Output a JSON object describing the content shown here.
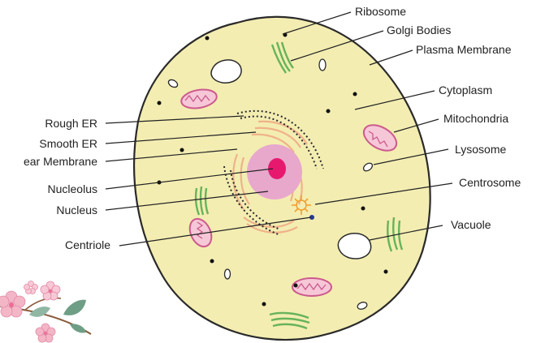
{
  "labels": {
    "ribosome": "Ribosome",
    "golgi_bodies": "Golgi Bodies",
    "plasma_membrane": "Plasma Membrane",
    "cytoplasm": "Cytoplasm",
    "mitochondria": "Mitochondria",
    "lysosome": "Lysosome",
    "centrosome": "Centrosome",
    "vacuole": "Vacuole",
    "rough_er": "Rough ER",
    "smooth_er": "Smooth ER",
    "nuclear_membrane": "ear Membrane",
    "nucleolus": "Nucleolus",
    "nucleus": "Nucleus",
    "centriole": "Centriole"
  },
  "colors": {
    "cytoplasm_fill": "#f3edb2",
    "cell_outline": "#2a2a2a",
    "nucleus_fill": "#e7a8cc",
    "nucleolus_fill": "#e6196f",
    "golgi_green": "#67b35c",
    "mito_pink": "#cc5a8c",
    "smooth_er": "#f0b28a",
    "centrosome_orange": "#f0a030",
    "centriole_blue": "#27389a",
    "leaf_green": "#6f9e86",
    "blossom_pink": "#f3b6c7"
  },
  "icons": [
    "cherry-blossom-decoration"
  ]
}
